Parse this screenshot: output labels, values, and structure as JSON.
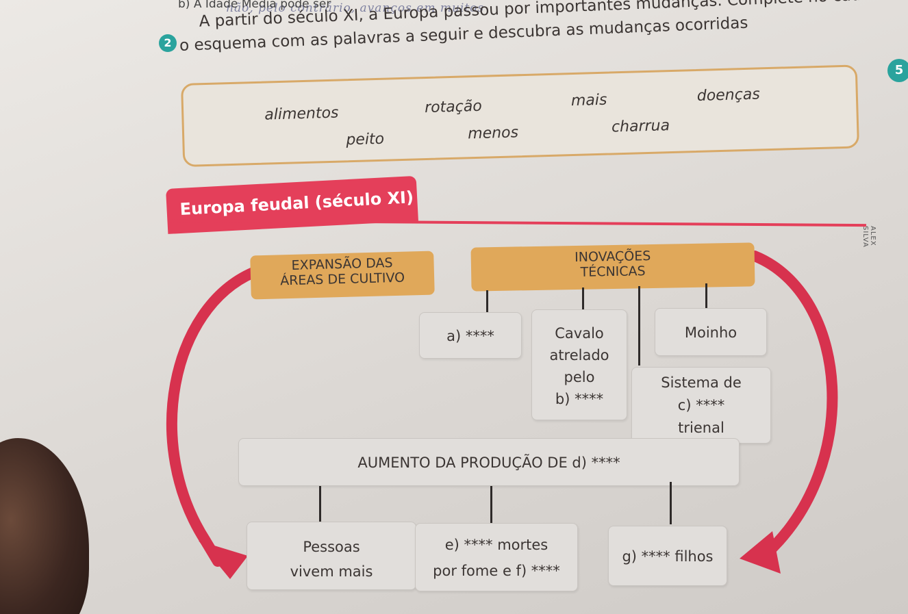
{
  "header": {
    "sub_item": "b) A Idade Média pode ser",
    "handwriting": "não, pelo contrário, avanços em muitos",
    "question_number": "2",
    "instruction": "A partir do século XI, a Europa passou por importantes mudanças. Complete no caderno o esquema com as palavras a seguir e descubra as mudanças ocorridas",
    "page_badge": "5"
  },
  "word_bank": [
    "alimentos",
    "rotação",
    "mais",
    "doenças",
    "peito",
    "menos",
    "charrua"
  ],
  "credit": "ALEX SILVA",
  "diagram": {
    "title": "Europa feudal (século XI)",
    "expansao": [
      "EXPANSÃO DAS",
      "ÁREAS DE CULTIVO"
    ],
    "inovacoes": [
      "INOVAÇÕES",
      "TÉCNICAS"
    ],
    "box_a": "a) ****",
    "box_cavalo": [
      "Cavalo",
      "atrelado",
      "pelo",
      "b) ****"
    ],
    "box_moinho": "Moinho",
    "box_sistema": [
      "Sistema de",
      "c) ****",
      "trienal"
    ],
    "aumento": "AUMENTO DA PRODUÇÃO DE d) ****",
    "box_pessoas": [
      "Pessoas",
      "vivem mais"
    ],
    "box_mortes": [
      "e) **** mortes",
      "por fome e f) ****"
    ],
    "box_filhos": "g) **** filhos"
  },
  "colors": {
    "accent_red": "#e43f5a",
    "gold": "#e0a85a",
    "teal": "#2aa39d"
  }
}
